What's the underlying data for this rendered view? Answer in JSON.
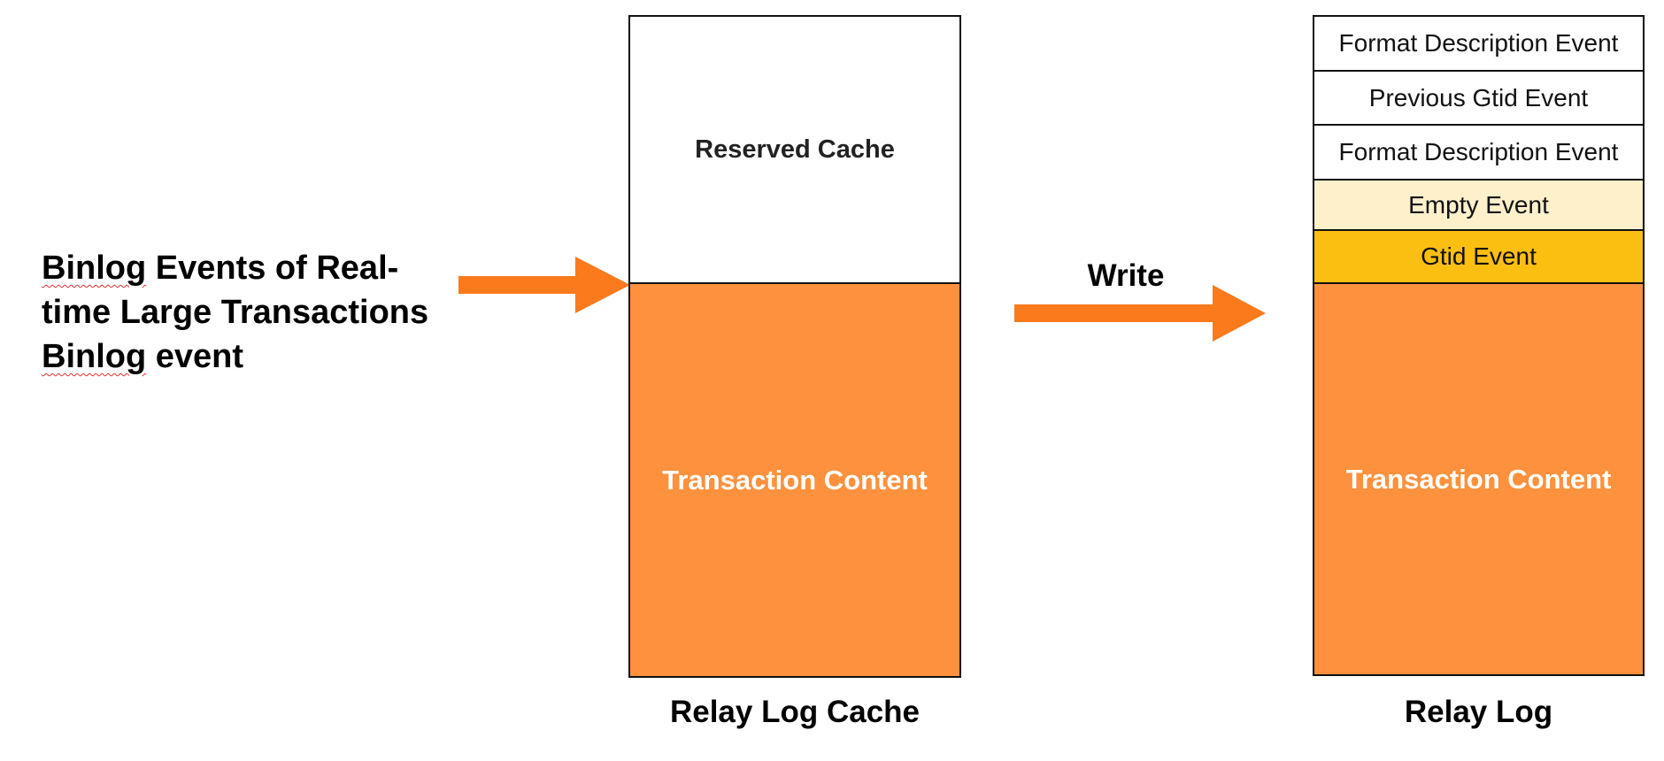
{
  "source": {
    "lines": [
      {
        "squiggle_word": "Binlog",
        "rest": " Events of Real-"
      },
      {
        "squiggle_word": "",
        "rest": "time Large Transactions"
      },
      {
        "squiggle_word": "Binlog",
        "rest": " event"
      }
    ]
  },
  "relay_log_cache": {
    "reserved": "Reserved Cache",
    "content": "Transaction Content",
    "caption": "Relay Log Cache"
  },
  "write_label": "Write",
  "relay_log": {
    "rows": [
      "Format Description Event",
      "Previous Gtid Event",
      "Format Description Event",
      "Empty Event",
      "Gtid Event"
    ],
    "content": "Transaction Content",
    "caption": "Relay Log"
  },
  "colors": {
    "orange_fill": "#fd913d",
    "arrow_orange": "#fa7a1c",
    "empty_event": "#fdf0cb",
    "gtid_event": "#fbbf12"
  }
}
